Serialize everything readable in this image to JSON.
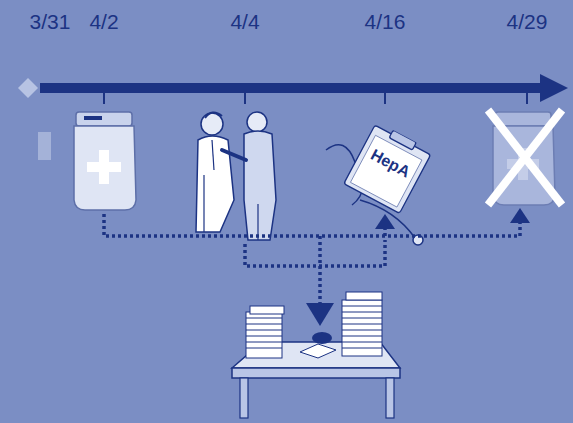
{
  "diagram": {
    "nodes": [
      {
        "text": [
          "HepA"
        ]
      }
    ],
    "labels": [
      "3/31",
      "4/2",
      "4/4",
      "4/16",
      "4/29"
    ]
  }
}
